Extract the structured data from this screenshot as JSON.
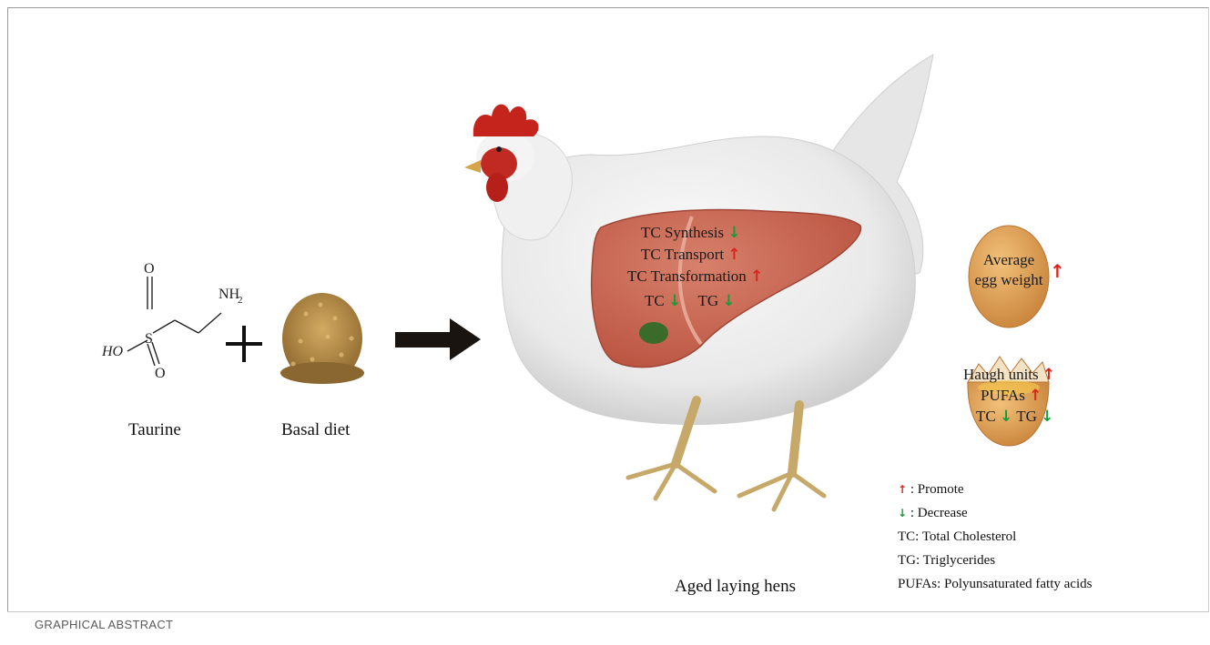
{
  "caption": "GRAPHICAL ABSTRACT",
  "molecule": {
    "labels": {
      "oxygen_top": "O",
      "oxygen_bottom": "O",
      "hydroxyl": "HO",
      "sulfur": "S",
      "amine": "NH",
      "amine_sub": "2"
    },
    "name": "Taurine"
  },
  "plus_sign": "+",
  "basal_diet": "Basal diet",
  "hen_label": "Aged laying hens",
  "liver": {
    "lines": [
      {
        "text": "TC Synthesis",
        "arrow": "down"
      },
      {
        "text": "TC Transport",
        "arrow": "up"
      },
      {
        "text": "TC Transformation",
        "arrow": "up"
      }
    ],
    "tc": "TC",
    "tg": "TG"
  },
  "egg_whole": {
    "line1": "Average",
    "line2": "egg weight",
    "arrow": "up"
  },
  "egg_broken": {
    "haugh": "Haugh units",
    "pufas": "PUFAs",
    "tc": "TC",
    "tg": "TG"
  },
  "legend": {
    "promote": ": Promote",
    "decrease": ": Decrease",
    "tc": "TC: Total Cholesterol",
    "tg": "TG: Triglycerides",
    "pufas": "PUFAs: Polyunsaturated fatty acids"
  },
  "colors": {
    "up_arrow": "#d7261e",
    "down_arrow": "#1a9a3a",
    "liver": "#c8624f",
    "egg": "#e3a14f"
  },
  "icons": {
    "up": "red-up-arrow-icon",
    "down": "green-down-arrow-icon",
    "flow": "black-right-arrow-icon"
  }
}
